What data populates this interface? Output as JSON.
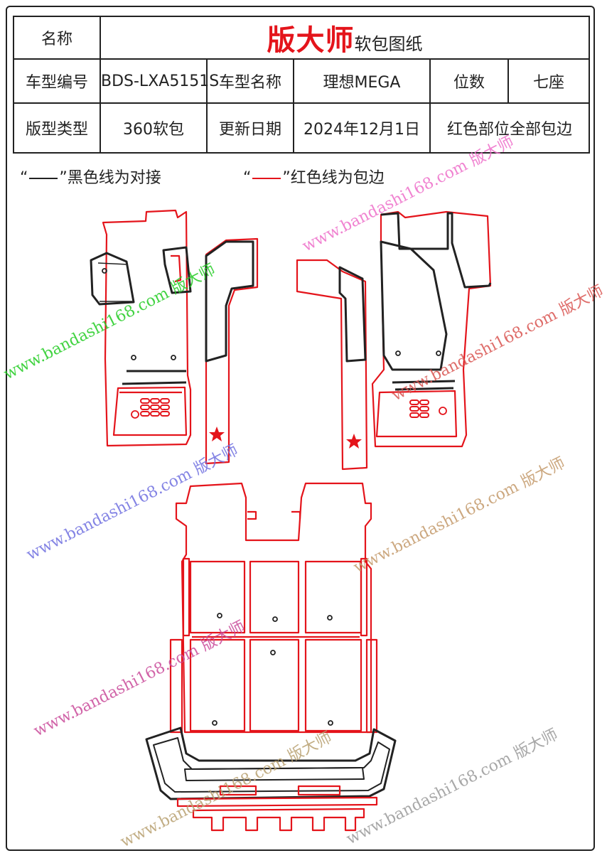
{
  "header": {
    "name_label": "名称",
    "brand": "版大师",
    "doc_title": "软包图纸",
    "model_code_label": "车型编号",
    "model_code": "BDS-LXA5151S",
    "model_name_label": "车型名称",
    "model_name": "理想MEGA",
    "seats_label": "位数",
    "seats": "七座",
    "pattern_type_label": "版型类型",
    "pattern_type": "360软包",
    "update_label": "更新日期",
    "update_date": "2024年12月1日",
    "note": "红色部位全部包边"
  },
  "legend": {
    "black_open": "“",
    "black_close": "”黑色线为对接",
    "red_open": "“",
    "red_close": "”红色线为包边"
  },
  "colors": {
    "binding_red": "#e4141b",
    "seam_black": "#222222"
  },
  "watermark": {
    "site": "www.bandashi168.com",
    "brand": "版大师"
  }
}
